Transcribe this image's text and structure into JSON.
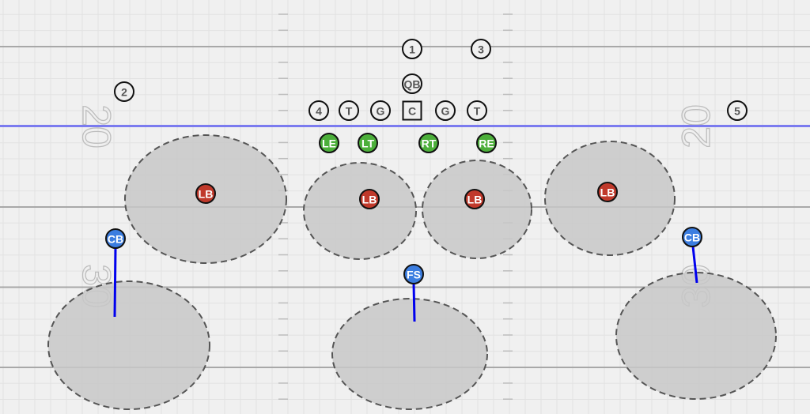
{
  "field": {
    "yard_numbers": [
      "20",
      "30",
      "20",
      "30"
    ],
    "line_of_scrimmage_color": "#7b7bef",
    "background_color": "#f0f0f0"
  },
  "offense": [
    {
      "label": "1",
      "shape": "circle"
    },
    {
      "label": "3",
      "shape": "circle"
    },
    {
      "label": "2",
      "shape": "circle"
    },
    {
      "label": "QB",
      "shape": "circle"
    },
    {
      "label": "4",
      "shape": "circle"
    },
    {
      "label": "T",
      "shape": "circle"
    },
    {
      "label": "G",
      "shape": "circle"
    },
    {
      "label": "C",
      "shape": "square"
    },
    {
      "label": "G",
      "shape": "circle"
    },
    {
      "label": "T",
      "shape": "circle"
    },
    {
      "label": "5",
      "shape": "circle"
    }
  ],
  "defense": [
    {
      "label": "LE",
      "color": "#4caf3a"
    },
    {
      "label": "LT",
      "color": "#4caf3a"
    },
    {
      "label": "RT",
      "color": "#4caf3a"
    },
    {
      "label": "RE",
      "color": "#4caf3a"
    },
    {
      "label": "LB",
      "color": "#c0392b"
    },
    {
      "label": "LB",
      "color": "#c0392b"
    },
    {
      "label": "LB",
      "color": "#c0392b"
    },
    {
      "label": "LB",
      "color": "#c0392b"
    },
    {
      "label": "CB",
      "color": "#3b7de0"
    },
    {
      "label": "FS",
      "color": "#3b7de0"
    },
    {
      "label": "CB",
      "color": "#3b7de0"
    }
  ],
  "colors": {
    "route": "#0000ee",
    "zone_fill": "#c8c8c8",
    "zone_stroke": "#555555"
  }
}
